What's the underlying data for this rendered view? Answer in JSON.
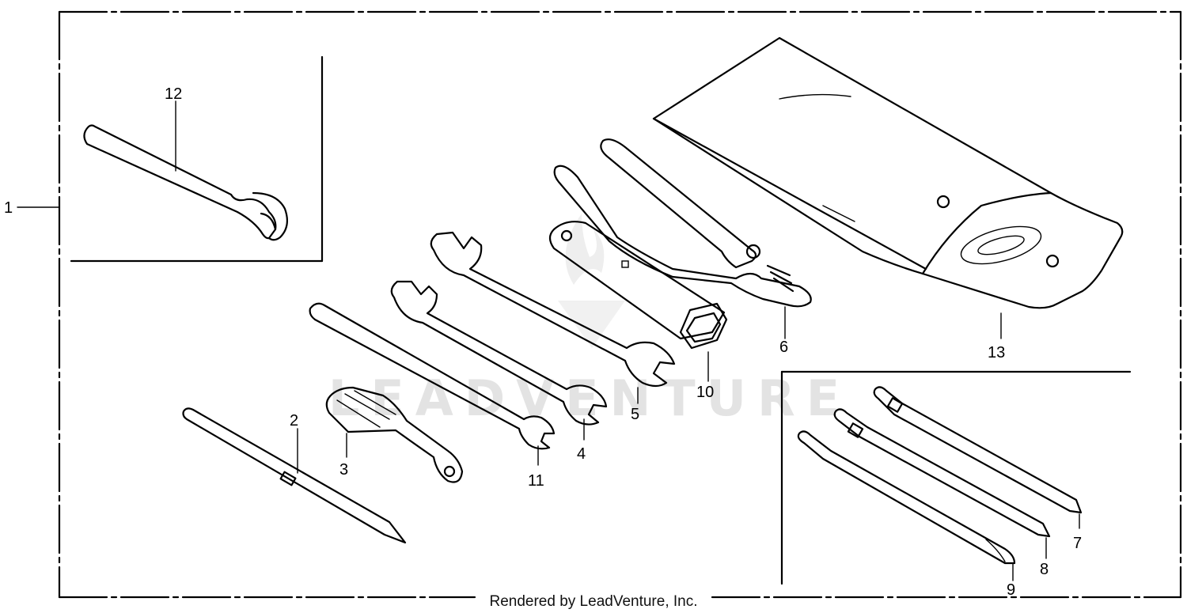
{
  "callouts": {
    "c1": "1",
    "c2": "2",
    "c3": "3",
    "c4": "4",
    "c5": "5",
    "c6": "6",
    "c7": "7",
    "c8": "8",
    "c9": "9",
    "c10": "10",
    "c11": "11",
    "c12": "12",
    "c13": "13"
  },
  "watermark": "LEADVENTURE",
  "credit": "Rendered by LeadVenture, Inc."
}
